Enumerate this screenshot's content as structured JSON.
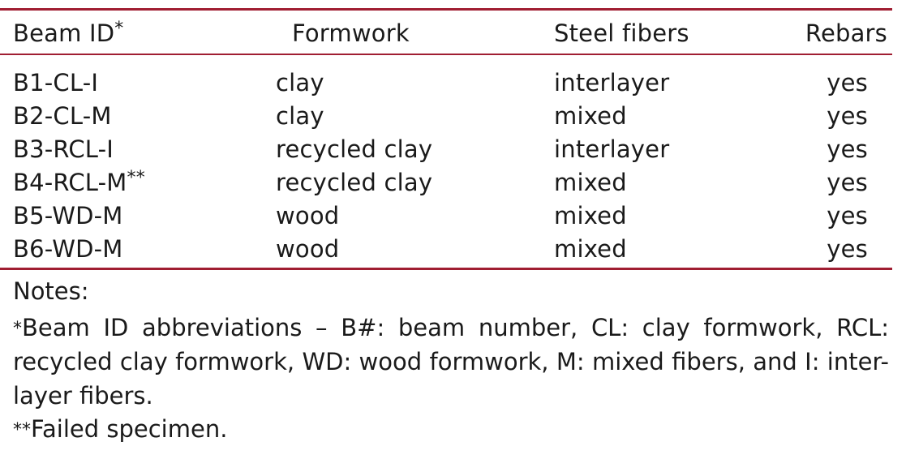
{
  "table": {
    "headers": {
      "beam_id": "Beam ID",
      "beam_id_mark": "*",
      "formwork": "Formwork",
      "steel_fibers": "Steel fibers",
      "rebars": "Rebars"
    },
    "rows": [
      {
        "beam_id": "B1-CL-I",
        "beam_id_mark": "",
        "formwork": "clay",
        "steel_fibers": "interlayer",
        "rebars": "yes"
      },
      {
        "beam_id": "B2-CL-M",
        "beam_id_mark": "",
        "formwork": "clay",
        "steel_fibers": "mixed",
        "rebars": "yes"
      },
      {
        "beam_id": "B3-RCL-I",
        "beam_id_mark": "",
        "formwork": "recycled clay",
        "steel_fibers": "interlayer",
        "rebars": "yes"
      },
      {
        "beam_id": "B4-RCL-M",
        "beam_id_mark": "**",
        "formwork": "recycled clay",
        "steel_fibers": "mixed",
        "rebars": "yes"
      },
      {
        "beam_id": "B5-WD-M",
        "beam_id_mark": "",
        "formwork": "wood",
        "steel_fibers": "mixed",
        "rebars": "yes"
      },
      {
        "beam_id": "B6-WD-M",
        "beam_id_mark": "",
        "formwork": "wood",
        "steel_fibers": "mixed",
        "rebars": "yes"
      }
    ]
  },
  "notes": {
    "title": "Notes:",
    "note_1_mark": "*",
    "note_1_text": "Beam ID abbreviations – B#: beam number, CL: clay formwork, RCL: recycled clay formwork, WD: wood formwork, M: mixed fibers, and I: inter-layer fibers.",
    "note_2_mark": "**",
    "note_2_text": "Failed specimen."
  },
  "colors": {
    "rule": "#a01e32",
    "text": "#1a1a1a"
  }
}
